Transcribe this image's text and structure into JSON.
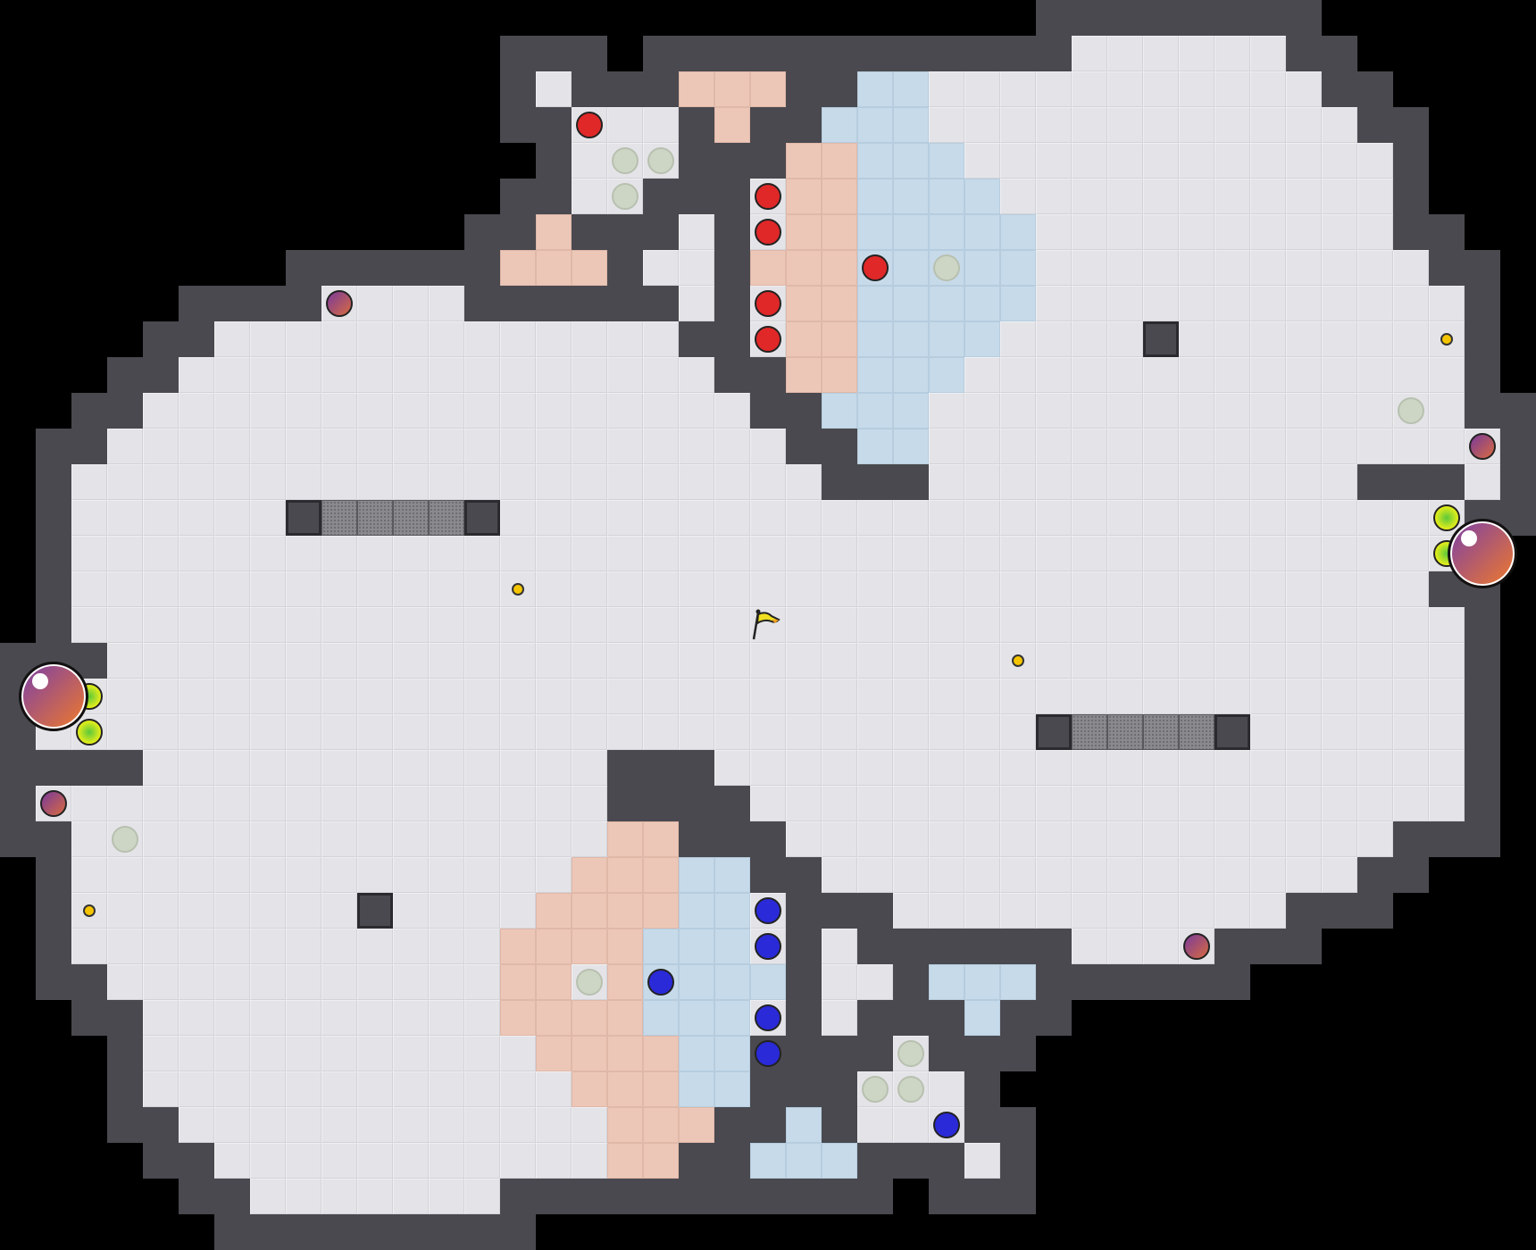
{
  "game": {
    "type": "capture-the-flag tile map",
    "colors": {
      "background": "#000000",
      "wall": "#4a494f",
      "floor": "#e4e4e8",
      "red_zone": "#ecc7b8",
      "blue_zone": "#c7dae9",
      "red_team": "#e02828",
      "blue_team": "#2a2ad8",
      "boost": "#f5b820",
      "red_boost": "#f06a3a",
      "neutral_boost": "#5fb0b0",
      "flag": "#f0e020"
    },
    "entities": {
      "red_balls": 6,
      "blue_balls": 6,
      "neutral_flag": 1,
      "boosts": 8,
      "bombs": 4,
      "portals": 2,
      "powerup_dots": 4
    },
    "icons": [
      "flag-icon",
      "boost-icon",
      "bomb-icon",
      "portal-icon",
      "ball-icon",
      "gate-icon"
    ]
  }
}
